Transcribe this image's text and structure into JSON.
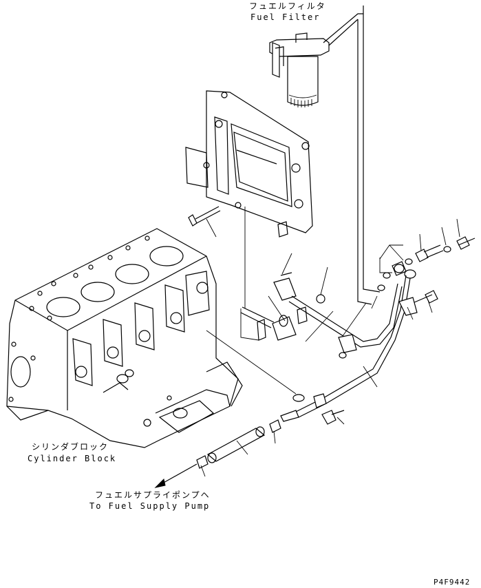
{
  "labels": {
    "fuel_filter_jp": "フュエルフィルタ",
    "fuel_filter_en": "Fuel Filter",
    "cylinder_block_jp": "シリンダブロック",
    "cylinder_block_en": "Cylinder Block",
    "supply_pump_jp": "フュエルサプライポンプヘ",
    "supply_pump_en": "To Fuel Supply Pump",
    "drawing_code": "P4F9442"
  }
}
